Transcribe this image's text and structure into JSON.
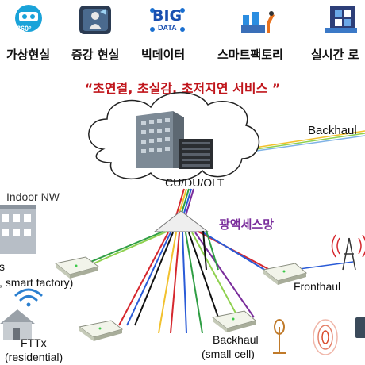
{
  "services": [
    {
      "label": "가상현실",
      "icon": "vr-360-icon"
    },
    {
      "label": "증강 현실",
      "icon": "ar-person-icon"
    },
    {
      "label": "빅데이터",
      "icon": "big-data-icon"
    },
    {
      "label": "스마트팩토리",
      "icon": "robot-arm-icon"
    },
    {
      "label": "실시간 로",
      "icon": "cube-network-icon"
    }
  ],
  "icon_texts": {
    "vr": "360°",
    "big": "BIG",
    "data": "DATA"
  },
  "slogan": "“초연결, 초실감, 초저지연 서비스 ”",
  "cloud": {
    "label": "CU/DU/OLT"
  },
  "splitter": {
    "label": "광액세스망"
  },
  "nodes": {
    "backhaul_top": "Backhaul",
    "indoor": "Indoor NW",
    "indoor_s": "s",
    "indoor_sub": ", smart factory)",
    "fronthaul": "Fronthaul",
    "fttx": "FTTx",
    "fttx_sub": "(residential)",
    "backhaul_small": "Backhaul",
    "backhaul_small_sub": "(small cell)"
  },
  "colors": {
    "slogan": "#c0151b",
    "splitter_label": "#7a2d9c",
    "fibers": [
      "#d6282e",
      "#2a5bd7",
      "#2f9e44",
      "#111111",
      "#f2c12e",
      "#7a2d9c",
      "#8fd14f"
    ]
  }
}
